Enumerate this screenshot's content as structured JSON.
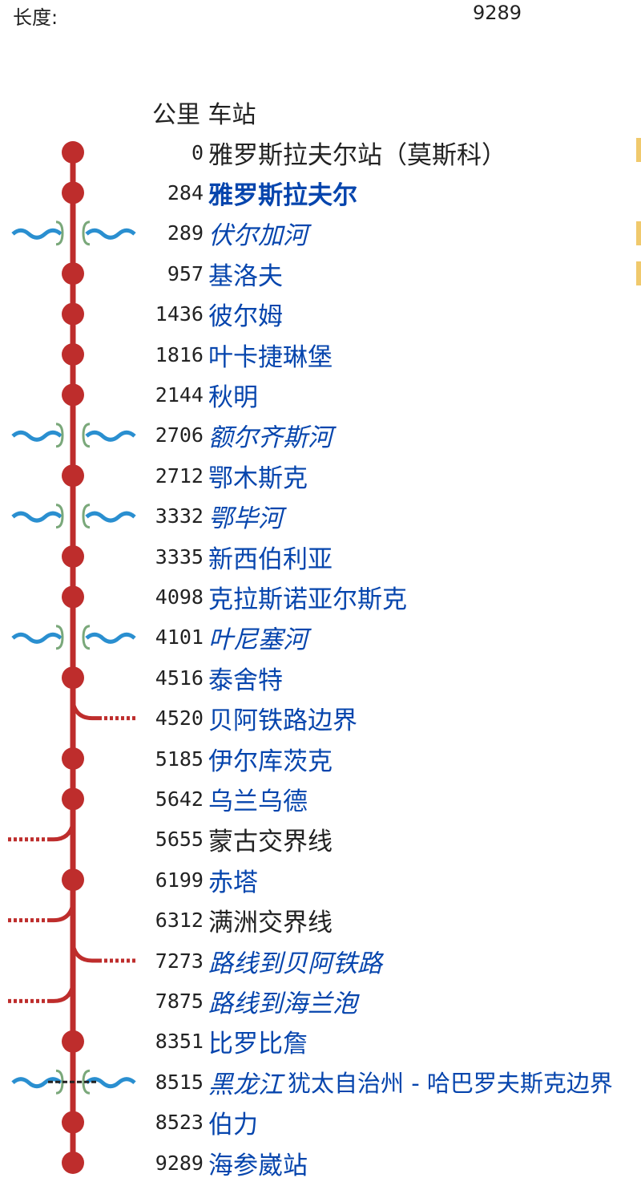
{
  "length": {
    "label": "长度:",
    "value": "9289"
  },
  "table_header": {
    "km": "公里",
    "station": "车站"
  },
  "stations": [
    {
      "km": "0",
      "name": "雅罗斯拉夫尔站（莫斯科）",
      "type": "station",
      "style": "plain"
    },
    {
      "km": "284",
      "name": "雅罗斯拉夫尔",
      "type": "station",
      "style": "bold"
    },
    {
      "km": "289",
      "name": "伏尔加河",
      "type": "river",
      "style": "italic"
    },
    {
      "km": "957",
      "name": "基洛夫",
      "type": "station",
      "style": "normal"
    },
    {
      "km": "1436",
      "name": "彼尔姆",
      "type": "station",
      "style": "normal"
    },
    {
      "km": "1816",
      "name": "叶卡捷琳堡",
      "type": "station",
      "style": "normal"
    },
    {
      "km": "2144",
      "name": "秋明",
      "type": "station",
      "style": "normal"
    },
    {
      "km": "2706",
      "name": "额尔齐斯河",
      "type": "river",
      "style": "italic"
    },
    {
      "km": "2712",
      "name": "鄂木斯克",
      "type": "station",
      "style": "normal"
    },
    {
      "km": "3332",
      "name": "鄂毕河",
      "type": "river",
      "style": "italic"
    },
    {
      "km": "3335",
      "name": "新西伯利亚",
      "type": "station",
      "style": "normal"
    },
    {
      "km": "4098",
      "name": "克拉斯诺亚尔斯克",
      "type": "station",
      "style": "normal"
    },
    {
      "km": "4101",
      "name": "叶尼塞河",
      "type": "river",
      "style": "italic"
    },
    {
      "km": "4516",
      "name": "泰舍特",
      "type": "station",
      "style": "normal"
    },
    {
      "km": "4520",
      "name": "贝阿铁路边界",
      "type": "branch-right",
      "style": "normal"
    },
    {
      "km": "5185",
      "name": "伊尔库茨克",
      "type": "station",
      "style": "normal"
    },
    {
      "km": "5642",
      "name": "乌兰乌德",
      "type": "station",
      "style": "normal"
    },
    {
      "km": "5655",
      "name": "蒙古交界线",
      "type": "branch-left",
      "style": "plain"
    },
    {
      "km": "6199",
      "name": "赤塔",
      "type": "station",
      "style": "normal"
    },
    {
      "km": "6312",
      "name": "满洲交界线",
      "type": "branch-left",
      "style": "plain"
    },
    {
      "km": "7273",
      "name": "路线到贝阿铁路",
      "type": "branch-right",
      "style": "italic"
    },
    {
      "km": "7875",
      "name": "路线到海兰泡",
      "type": "branch-left",
      "style": "italic"
    },
    {
      "km": "8351",
      "name": "比罗比詹",
      "type": "station",
      "style": "normal"
    },
    {
      "km": "8515",
      "name": "黑龙江",
      "extra": "犹太自治州 - 哈巴罗夫斯克边界",
      "type": "river-border",
      "style": "italic"
    },
    {
      "km": "8523",
      "name": "伯力",
      "type": "station",
      "style": "normal"
    },
    {
      "km": "9289",
      "name": "海参崴站",
      "type": "station",
      "style": "normal"
    }
  ],
  "colors": {
    "line": "#be2d2c",
    "river": "#2a8fd0",
    "bridge": "#7aa87a",
    "border": "#222222",
    "link": "#0645ad",
    "marker": "#f0c96c"
  }
}
